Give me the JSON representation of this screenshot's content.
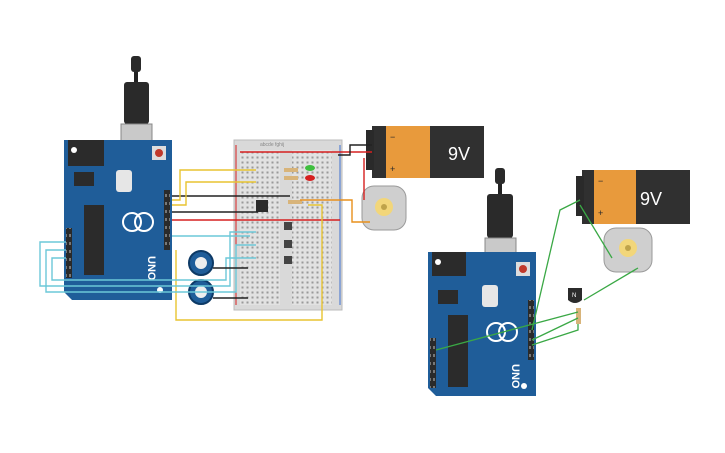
{
  "canvas": {
    "background": "#ffffff"
  },
  "colors": {
    "arduino_board": "#1f5d99",
    "arduino_board_dark": "#164a7d",
    "breadboard": "#d9d9d9",
    "battery_body": "#303030",
    "battery_label": "#e89a3c",
    "wire_red": "#d62020",
    "wire_black": "#222222",
    "wire_yellow": "#e8c431",
    "wire_cyan": "#6cc8d8",
    "wire_green": "#3aa845",
    "wire_orange": "#e8901c"
  },
  "left_circuit": {
    "arduino": {
      "brand": "UNO",
      "logo_text": "∞"
    },
    "battery": {
      "voltage_label": "9V",
      "plus_label": "+",
      "minus_label": "−"
    },
    "motor": {
      "label": ""
    },
    "breadboard": {
      "label": "abcde fghij"
    }
  },
  "right_circuit": {
    "arduino": {
      "brand": "UNO",
      "logo_text": "∞"
    },
    "battery": {
      "voltage_label": "9V",
      "plus_label": "+",
      "minus_label": "−"
    },
    "transistor": {
      "label": "N"
    }
  }
}
